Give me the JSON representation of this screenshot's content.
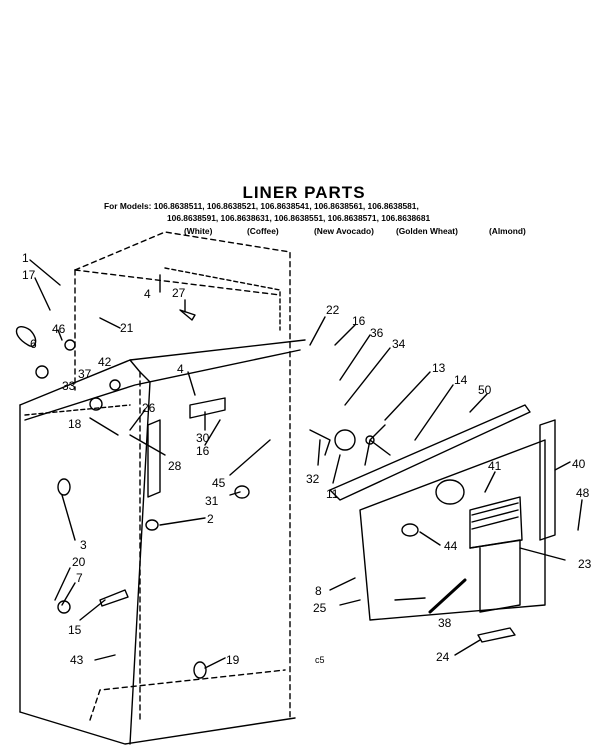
{
  "title": "LINER PARTS",
  "models_line_1": "For Models: 106.8638511, 106.8638521, 106.8638541, 106.8638561, 106.8638581,",
  "models_line_2": "106.8638591, 106.8638631, 106.8638551, 106.8638571, 106.8638681",
  "colors": [
    "(White)",
    "(Coffee)",
    "(New Avocado)",
    "(Golden Wheat)",
    "(Almond)"
  ],
  "diagram_code": "c5",
  "callouts": [
    "1",
    "17",
    "46",
    "6",
    "42",
    "37",
    "33",
    "18",
    "26",
    "28",
    "27",
    "21",
    "4",
    "22",
    "16",
    "36",
    "34",
    "13",
    "14",
    "50",
    "4",
    "30",
    "16",
    "45",
    "31",
    "2",
    "32",
    "11",
    "41",
    "40",
    "48",
    "23",
    "44",
    "3",
    "20",
    "7",
    "15",
    "8",
    "25",
    "38",
    "43",
    "19",
    "24"
  ]
}
